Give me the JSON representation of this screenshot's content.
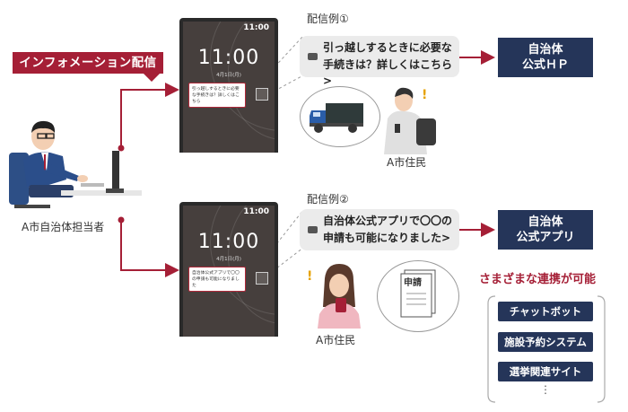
{
  "title_label": "インフォメーション配信",
  "operator": {
    "caption": "A市自治体担当者"
  },
  "phone_screen": {
    "time": "11:00",
    "status_time": "11:00",
    "date": "4月1日(月)"
  },
  "example1": {
    "label": "配信例①",
    "notification_text": "引っ越しするときに必要な手続きは？詳しくはこちら",
    "bubble_line1": "引っ越しするときに必要な",
    "bubble_line2": "手続きは？詳しくはこちら>",
    "destination_line1": "自治体",
    "destination_line2": "公式ＨＰ",
    "resident_caption": "A市住民"
  },
  "example2": {
    "label": "配信例②",
    "notification_text": "自治体公式アプリで〇〇の申請も可能になりました",
    "bubble_line1": "自治体公式アプリで〇〇の",
    "bubble_line2": "申請も可能になりました>",
    "destination_line1": "自治体",
    "destination_line2": "公式アプリ",
    "resident_caption": "A市住民",
    "form_label": "申請"
  },
  "linkage": {
    "heading": "さまざまな連携が可能",
    "items": [
      "チャットボット",
      "施設予約システム",
      "選挙関連サイト"
    ],
    "more": "⋮"
  },
  "colors": {
    "accent_red": "#a51f36",
    "navy": "#253559",
    "bubble_gray": "#ebebeb",
    "phone_dark": "#2a2a2a"
  }
}
